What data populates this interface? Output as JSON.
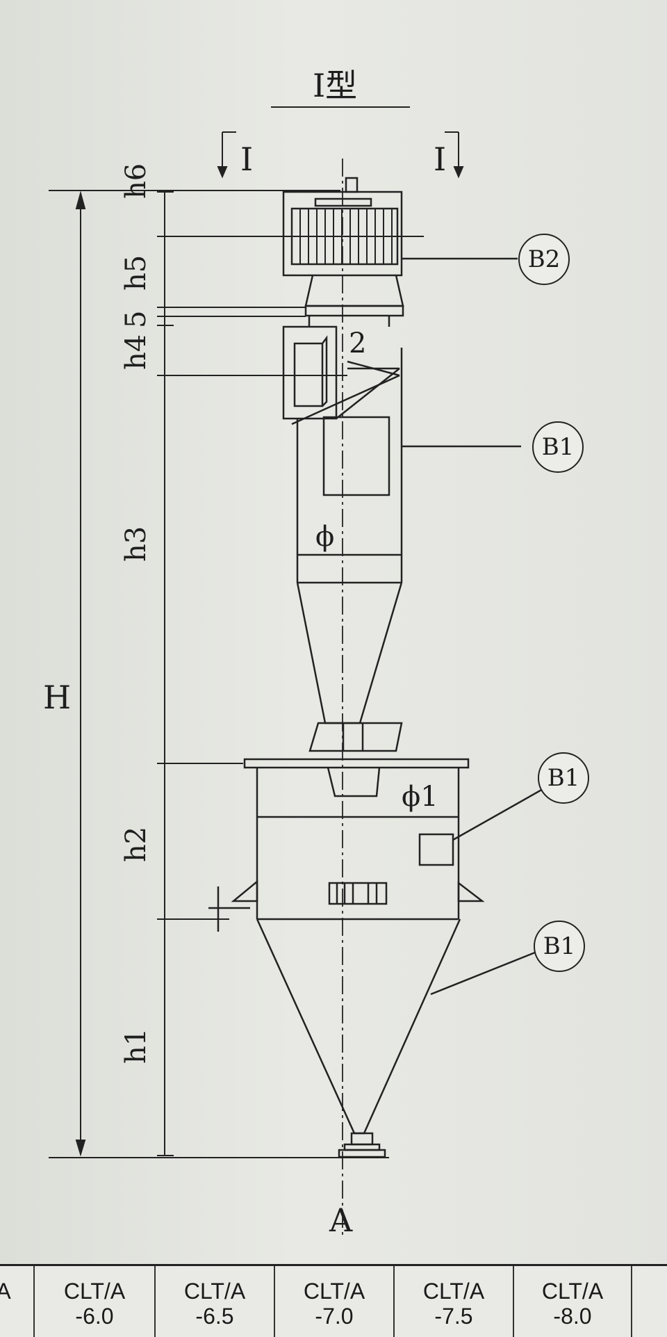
{
  "diagram": {
    "title": "I型",
    "section_left": "I",
    "section_right": "I",
    "dimensions": {
      "H": "H",
      "h1": "h1",
      "h2": "h2",
      "h3": "h3",
      "h4": "h4",
      "h5": "h5",
      "h6": "h6",
      "five": "5"
    },
    "part_number_2": "2",
    "phi": "ϕ",
    "phi1": "ϕ1",
    "axis_label": "A",
    "callouts": {
      "b2": "B2",
      "b1_upper": "B1",
      "b1_box": "B1",
      "b1_lower": "B1"
    }
  },
  "table_header": {
    "cells": [
      "A",
      "CLT/A\n-6.0",
      "CLT/A\n-6.5",
      "CLT/A\n-7.0",
      "CLT/A\n-7.5",
      "CLT/A\n-8.0"
    ]
  }
}
